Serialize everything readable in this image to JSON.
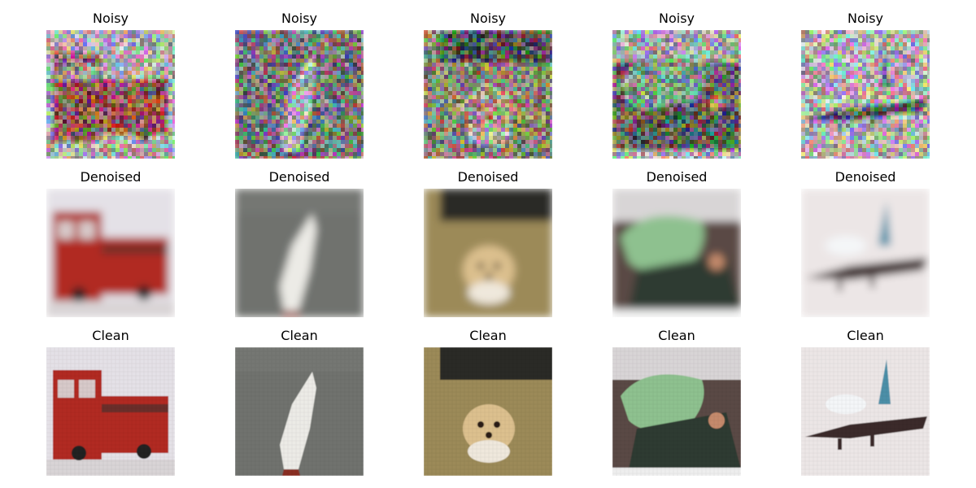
{
  "figure": {
    "rows": [
      {
        "label": "Noisy",
        "kind": "noisy"
      },
      {
        "label": "Denoised",
        "kind": "denoised"
      },
      {
        "label": "Clean",
        "kind": "clean"
      }
    ],
    "samples": [
      {
        "subject": "fire-truck",
        "colors": {
          "bg": "#e4e1e7",
          "main": "#b12a24",
          "accent": "#6b2d2c"
        }
      },
      {
        "subject": "boat",
        "colors": {
          "bg": "#6f726e",
          "main": "#ecebe6",
          "accent": "#4f4f4e"
        }
      },
      {
        "subject": "dog",
        "colors": {
          "bg": "#9c8a58",
          "main": "#dcc08e",
          "accent": "#2b2a28"
        }
      },
      {
        "subject": "frog",
        "colors": {
          "bg": "#5a4a44",
          "main": "#8ec18f",
          "accent": "#2f3b32"
        }
      },
      {
        "subject": "airplane",
        "colors": {
          "bg": "#ece6e6",
          "main": "#3a2a2a",
          "accent": "#4c8fa8"
        }
      }
    ]
  }
}
